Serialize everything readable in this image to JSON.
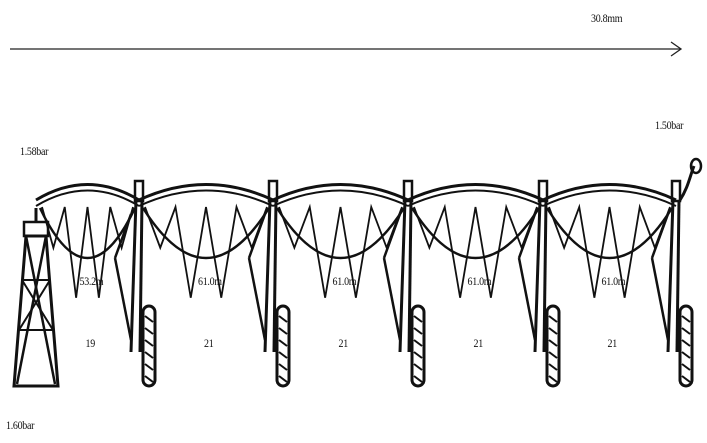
{
  "diagram": {
    "total_length_label": "30.8mm",
    "start_pressure_label": "1.58bar",
    "end_pressure_label": "1.50bar",
    "base_label": "1.60bar",
    "spans": [
      {
        "length_label": "53.2m",
        "count_label": "19"
      },
      {
        "length_label": "61.0m",
        "count_label": "21"
      },
      {
        "length_label": "61.0m",
        "count_label": "21"
      },
      {
        "length_label": "61.0m",
        "count_label": "21"
      },
      {
        "length_label": "61.0m",
        "count_label": "21"
      }
    ]
  }
}
